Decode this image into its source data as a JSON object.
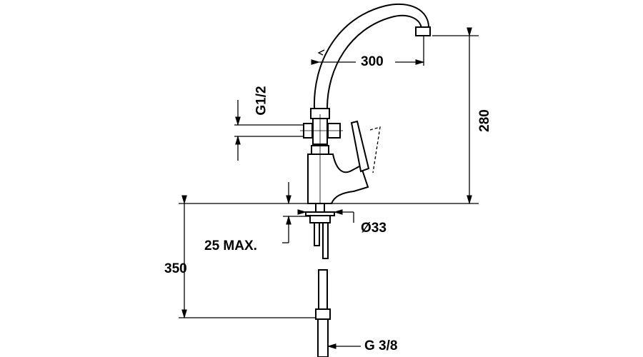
{
  "dimensions": {
    "reach": "300",
    "height": "280",
    "inlet_thread": "G1/2",
    "max_deck": "25 MAX.",
    "hose_length": "350",
    "hole_diameter": "Ø33",
    "hose_thread": "G 3/8"
  }
}
